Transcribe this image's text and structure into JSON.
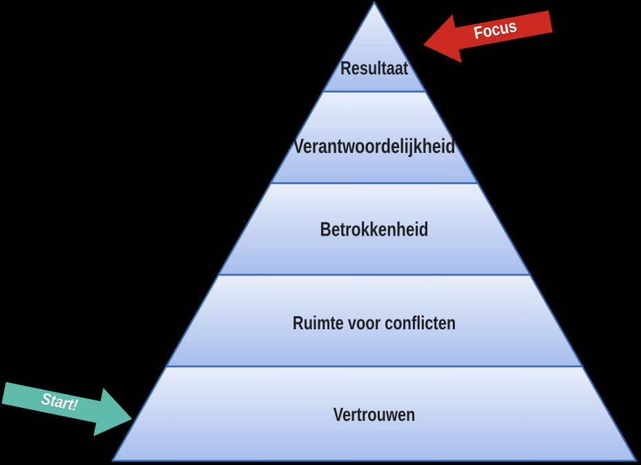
{
  "background": "#000000",
  "pyramid": {
    "levels": [
      {
        "label": "Resultaat"
      },
      {
        "label": "Verantwoordelijkheid"
      },
      {
        "label": "Betrokkenheid"
      },
      {
        "label": "Ruimte voor conflicten"
      },
      {
        "label": "Vertrouwen"
      }
    ],
    "fill_top": "#EAEFFA",
    "fill_bottom": "#A7BDEC",
    "border_color": "#3568B0",
    "label_color": "#1f1f1f"
  },
  "arrows": {
    "focus": {
      "label": "Focus",
      "color": "#CC2A20",
      "text_color": "#FFFFFF"
    },
    "start": {
      "label": "Start!",
      "color": "#5FBCAD",
      "text_color": "#FFFFFF"
    }
  }
}
